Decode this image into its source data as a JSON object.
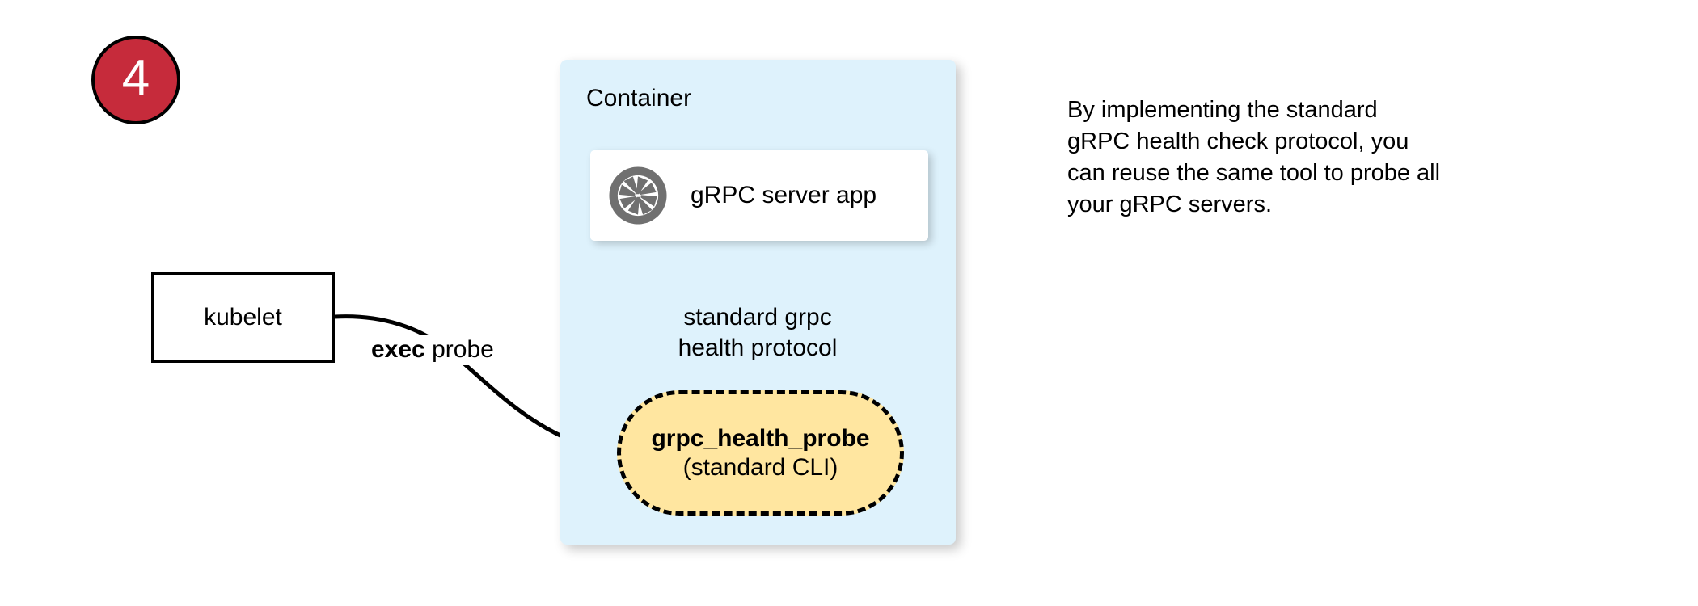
{
  "step": {
    "number": "4",
    "fill_color": "#c62b3b",
    "text_color": "#ffffff",
    "border_color": "#000000"
  },
  "container": {
    "label": "Container",
    "fill_color": "#def2fc"
  },
  "server_app": {
    "label": "gRPC server app",
    "icon": "aperture-icon",
    "icon_color": "#707070",
    "fill_color": "#ffffff"
  },
  "kubelet": {
    "label": "kubelet",
    "fill_color": "#ffffff",
    "border_color": "#000000"
  },
  "health_probe": {
    "title": "grpc_health_probe",
    "subtitle": "(standard CLI)",
    "fill_color": "#ffe6a0",
    "border_color": "#000000",
    "border_style": "dashed"
  },
  "edges": {
    "exec_probe": {
      "label_strong": "exec",
      "label_rest": " probe"
    },
    "health_protocol": {
      "line1": "standard grpc",
      "line2": "health protocol"
    }
  },
  "side_note": {
    "line1": "By implementing the standard",
    "line2": "gRPC health check protocol, you",
    "line3": "can reuse the same tool to probe all",
    "line4": "your gRPC servers."
  }
}
